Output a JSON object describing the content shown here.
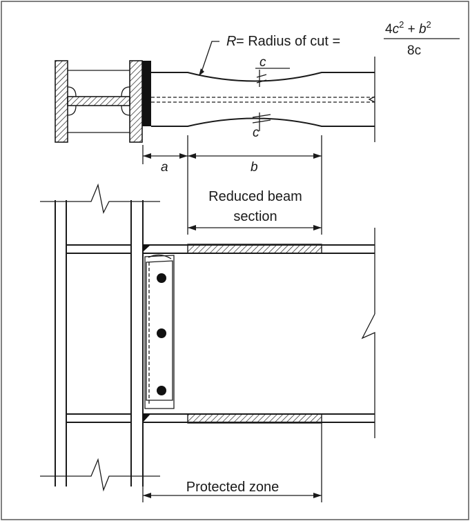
{
  "labels": {
    "radius_prefix": "R",
    "radius_text": " = Radius of cut = ",
    "numerator_a": "4",
    "numerator_c": "c",
    "numerator_exp1": "2",
    "numerator_plus": " + ",
    "numerator_b": "b",
    "numerator_exp2": "2",
    "denominator": "8c",
    "c_top": "c",
    "c_bottom": "c",
    "dim_a": "a",
    "dim_b": "b",
    "rbs_line1": "Reduced beam",
    "rbs_line2": "section",
    "protected_zone": "Protected zone"
  }
}
